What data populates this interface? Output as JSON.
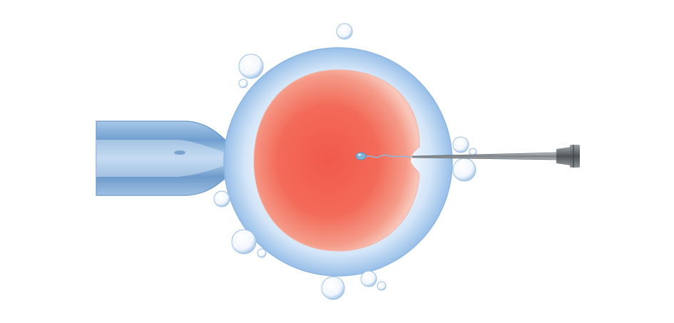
{
  "scene": {
    "subject": "icsi-microinjection",
    "colors": {
      "background": "#ffffff",
      "zona_outer": "#9cc2ea",
      "zona_inner": "#eef5fd",
      "cytoplasm_center": "#f05a4a",
      "cytoplasm_edge": "#f7b7a9",
      "pipette_glass": "#8fb6dd",
      "needle_metal": "#8a8f93",
      "needle_hub": "#5d6266",
      "sperm": "#7fb3d8"
    },
    "icons": [
      "holding-pipette",
      "oocyte",
      "sperm-cell",
      "injection-needle",
      "bubble"
    ]
  }
}
